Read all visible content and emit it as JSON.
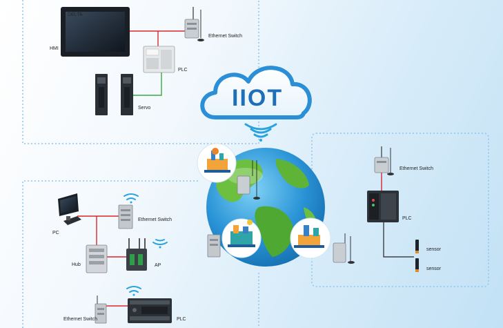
{
  "cloud": {
    "label": "IIOT"
  },
  "top_left_panel": {
    "hmi_label": "HMI",
    "switch_label": "Ethernet Switch",
    "plc_label": "PLC",
    "servo_label": "Servo"
  },
  "left_panel": {
    "pc_label": "PC",
    "switch_label": "Ethernet Switch",
    "hub_label": "Hub",
    "ap_label": "AP",
    "bottom_switch_label": "Ethernet Switch",
    "plc_label": "PLC"
  },
  "right_panel": {
    "switch_label": "Ethernet Switch",
    "plc_label": "PLC",
    "sensor1_label": "sensor",
    "sensor2_label": "sensor"
  },
  "colors": {
    "cloud_stroke": "#2a8fd6",
    "iiot_text": "#1f6fb8",
    "ethernet_line": "#d8262c",
    "io_line": "#3aa845",
    "dotted_border": "#8ec4ea",
    "wifi": "#29a3e0"
  }
}
